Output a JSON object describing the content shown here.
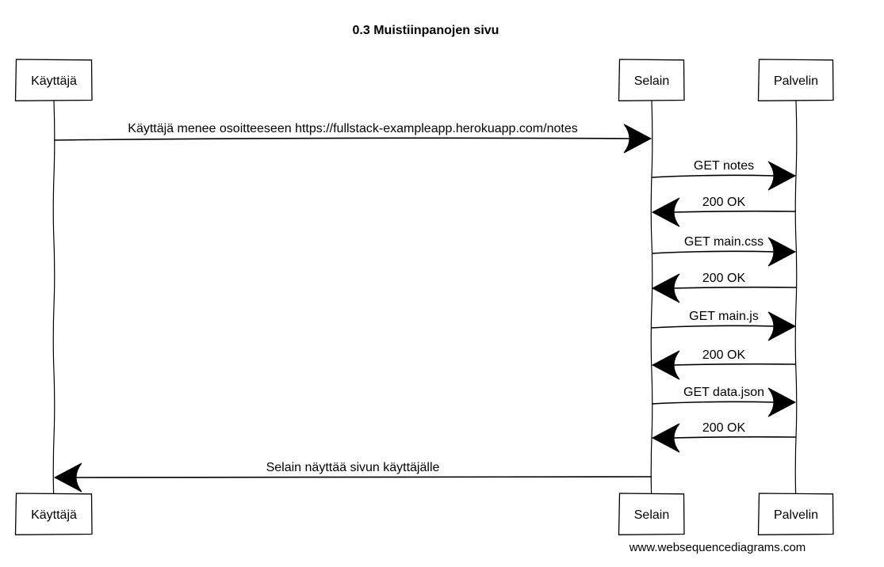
{
  "title": "0.3 Muistiinpanojen sivu",
  "participants": [
    {
      "id": "kayttaja",
      "name": "Käyttäjä"
    },
    {
      "id": "selain",
      "name": "Selain"
    },
    {
      "id": "palvelin",
      "name": "Palvelin"
    }
  ],
  "messages": [
    {
      "from": "kayttaja",
      "to": "selain",
      "text": "Käyttäjä menee osoitteeseen https://fullstack-exampleapp.herokuapp.com/notes"
    },
    {
      "from": "selain",
      "to": "palvelin",
      "text": "GET notes"
    },
    {
      "from": "palvelin",
      "to": "selain",
      "text": "200 OK"
    },
    {
      "from": "selain",
      "to": "palvelin",
      "text": "GET main.css"
    },
    {
      "from": "palvelin",
      "to": "selain",
      "text": "200 OK"
    },
    {
      "from": "selain",
      "to": "palvelin",
      "text": "GET main.js"
    },
    {
      "from": "palvelin",
      "to": "selain",
      "text": "200 OK"
    },
    {
      "from": "selain",
      "to": "palvelin",
      "text": "GET data.json"
    },
    {
      "from": "palvelin",
      "to": "selain",
      "text": "200 OK"
    },
    {
      "from": "selain",
      "to": "kayttaja",
      "text": "Selain näyttää sivun käyttäjälle"
    }
  ],
  "watermark": "www.websequencediagrams.com"
}
